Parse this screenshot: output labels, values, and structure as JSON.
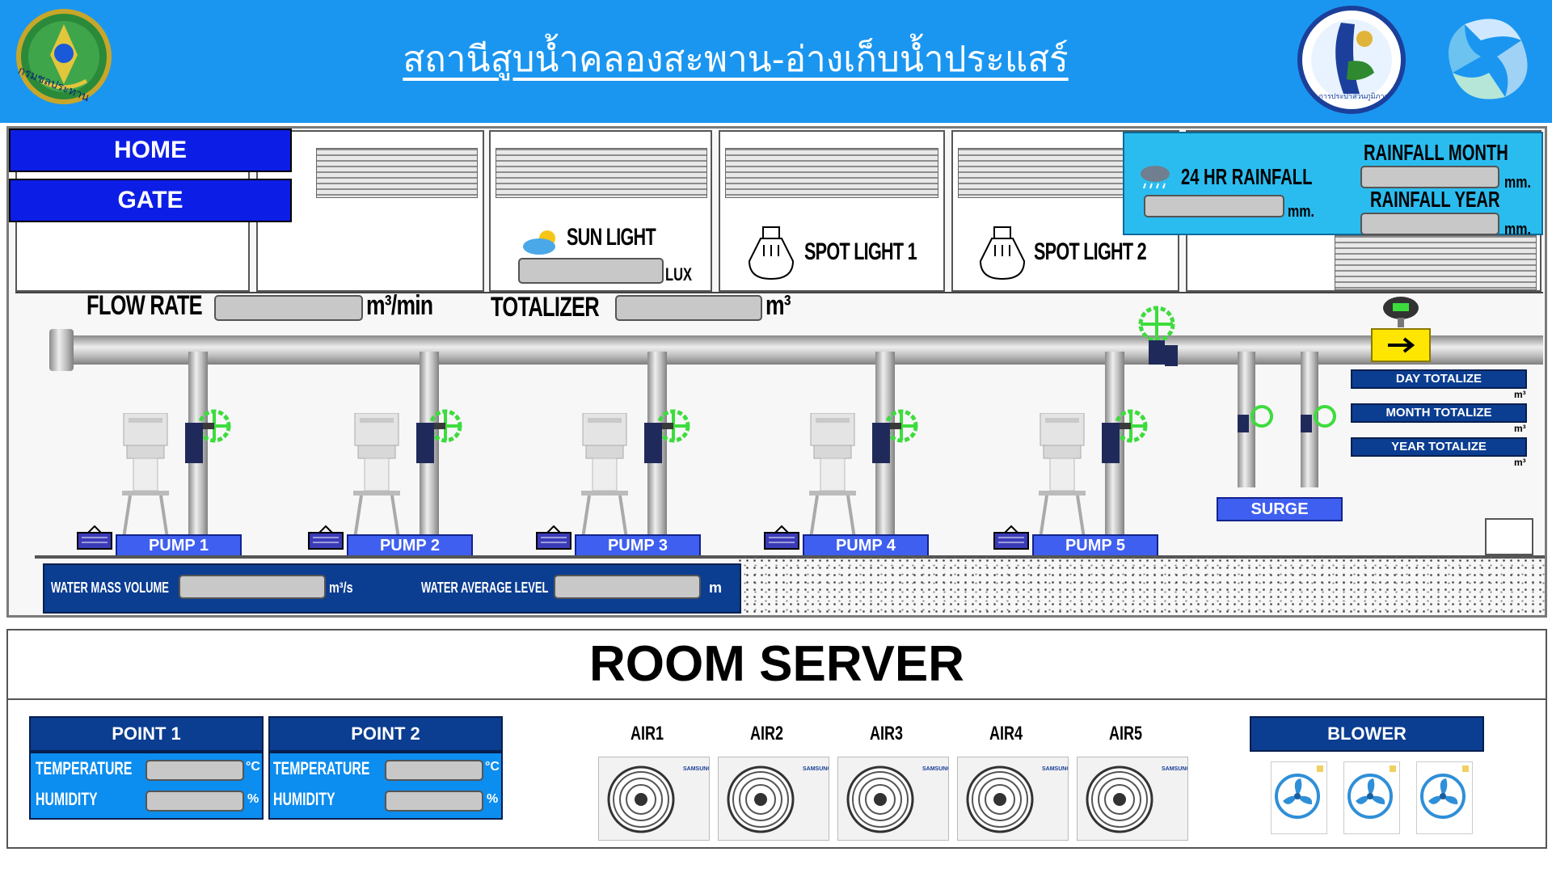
{
  "header": {
    "title": "สถานีสูบน้ำคลองสะพาน-อ่างเก็บน้ำประแสร์",
    "left_logo_text": "กรมชลประทาน",
    "right_logo_text": "การประปาส่วนภูมิภาค",
    "accent_color": "#1a96f0"
  },
  "nav": {
    "home_label": "HOME",
    "gate_label": "GATE"
  },
  "weather": {
    "sunlight_label": "SUN LIGHT",
    "sunlight_unit": "LUX",
    "spot1_label": "SPOT LIGHT 1",
    "spot2_label": "SPOT LIGHT 2",
    "rain24_label": "24 HR RAINFALL",
    "rain_month_label": "RAINFALL MONTH",
    "rain_year_label": "RAINFALL YEAR",
    "rain_unit": "mm."
  },
  "flow": {
    "flow_rate_label": "FLOW RATE",
    "flow_rate_unit": "m³/min",
    "totalizer_label": "TOTALIZER",
    "totalizer_unit": "m³"
  },
  "totalize": {
    "day_label": "DAY TOTALIZE",
    "month_label": "MONTH TOTALIZE",
    "year_label": "YEAR TOTALIZE",
    "unit": "m³"
  },
  "pumps": [
    "PUMP 1",
    "PUMP 2",
    "PUMP 3",
    "PUMP 4",
    "PUMP 5"
  ],
  "surge_label": "SURGE",
  "water": {
    "mass_label": "WATER MASS VOLUME",
    "mass_unit": "m³/s",
    "level_label": "WATER AVERAGE LEVEL",
    "level_unit": "m"
  },
  "server": {
    "title": "ROOM SERVER",
    "point1": {
      "title": "POINT 1",
      "temp_label": "TEMPERATURE",
      "temp_unit": "°C",
      "hum_label": "HUMIDITY",
      "hum_unit": "%"
    },
    "point2": {
      "title": "POINT 2",
      "temp_label": "TEMPERATURE",
      "temp_unit": "°C",
      "hum_label": "HUMIDITY",
      "hum_unit": "%"
    },
    "air_units": [
      "AIR1",
      "AIR2",
      "AIR3",
      "AIR4",
      "AIR5"
    ],
    "ac_brand": "SAMSUNG",
    "blower_label": "BLOWER"
  },
  "icons": {
    "valve": "green-gate-valve-icon",
    "pump": "vertical-pump-icon",
    "bulb": "light-bulb-icon",
    "cloud": "sun-cloud-icon",
    "rain": "rain-cloud-icon",
    "flowmeter": "flow-meter-icon",
    "fan": "blower-fan-icon",
    "ac": "air-conditioner-icon"
  }
}
